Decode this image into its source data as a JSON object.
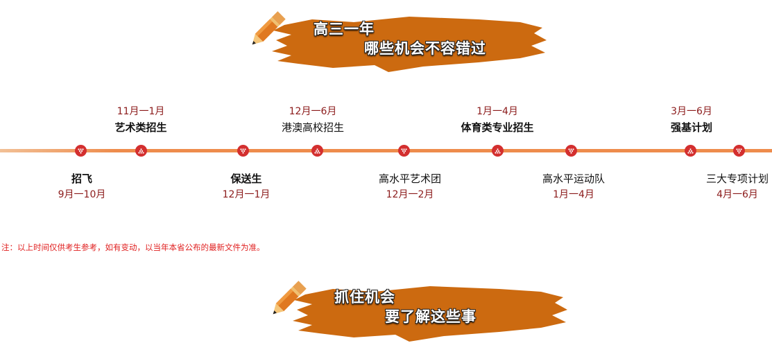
{
  "banners": [
    {
      "line1": "高三一年",
      "line2": "哪些机会不容错过"
    },
    {
      "line1": "抓住机会",
      "line2": "要了解这些事"
    }
  ],
  "timeline": {
    "colors": {
      "line": "#ee8c4c",
      "dot": "#d32f2f",
      "date": "#8b1a1a",
      "note": "#e02020"
    },
    "above": [
      {
        "date": "11月一1月",
        "name": "艺术类招生"
      },
      {
        "date": "12月一6月",
        "name": "港澳高校招生"
      },
      {
        "date": "1月一4月",
        "name": "体育类专业招生"
      },
      {
        "date": "3月一6月",
        "name": "强基计划"
      }
    ],
    "below": [
      {
        "name": "招飞",
        "date": "9月一10月"
      },
      {
        "name": "保送生",
        "date": "12月一1月"
      },
      {
        "name": "高水平艺术团",
        "date": "12月一2月"
      },
      {
        "name": "高水平运动队",
        "date": "1月一4月"
      },
      {
        "name": "三大专项计划",
        "date": "4月一6月"
      }
    ]
  },
  "note": "注：以上时间仅供考生参考，如有变动，以当年本省公布的最新文件为准。"
}
